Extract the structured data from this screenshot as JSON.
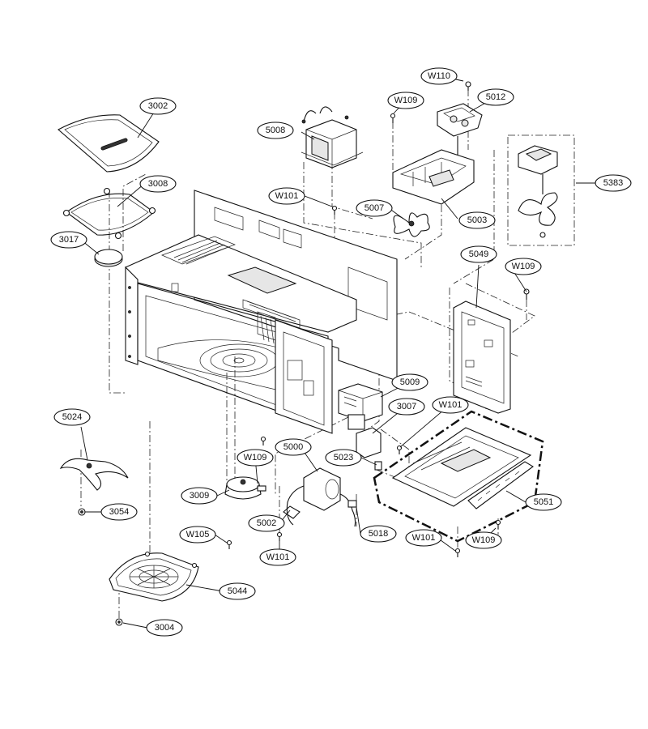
{
  "callouts": [
    {
      "id": "w110",
      "label": "W110"
    },
    {
      "id": "5012",
      "label": "5012"
    },
    {
      "id": "w109a",
      "label": "W109"
    },
    {
      "id": "3002",
      "label": "3002"
    },
    {
      "id": "5008",
      "label": "5008"
    },
    {
      "id": "5383",
      "label": "5383"
    },
    {
      "id": "3008",
      "label": "3008"
    },
    {
      "id": "w101a",
      "label": "W101"
    },
    {
      "id": "5007",
      "label": "5007"
    },
    {
      "id": "5003",
      "label": "5003"
    },
    {
      "id": "3017",
      "label": "3017"
    },
    {
      "id": "5049",
      "label": "5049"
    },
    {
      "id": "w109b",
      "label": "W109"
    },
    {
      "id": "5009",
      "label": "5009"
    },
    {
      "id": "3007",
      "label": "3007"
    },
    {
      "id": "w101b",
      "label": "W101"
    },
    {
      "id": "5024",
      "label": "5024"
    },
    {
      "id": "5000",
      "label": "5000"
    },
    {
      "id": "w109c",
      "label": "W109"
    },
    {
      "id": "5023",
      "label": "5023"
    },
    {
      "id": "5051",
      "label": "5051"
    },
    {
      "id": "3009",
      "label": "3009"
    },
    {
      "id": "3054",
      "label": "3054"
    },
    {
      "id": "5002",
      "label": "5002"
    },
    {
      "id": "w105",
      "label": "W105"
    },
    {
      "id": "5018",
      "label": "5018"
    },
    {
      "id": "w101c",
      "label": "W101"
    },
    {
      "id": "w109d",
      "label": "W109"
    },
    {
      "id": "w101d",
      "label": "W101"
    },
    {
      "id": "5044",
      "label": "5044"
    },
    {
      "id": "3004",
      "label": "3004"
    }
  ]
}
